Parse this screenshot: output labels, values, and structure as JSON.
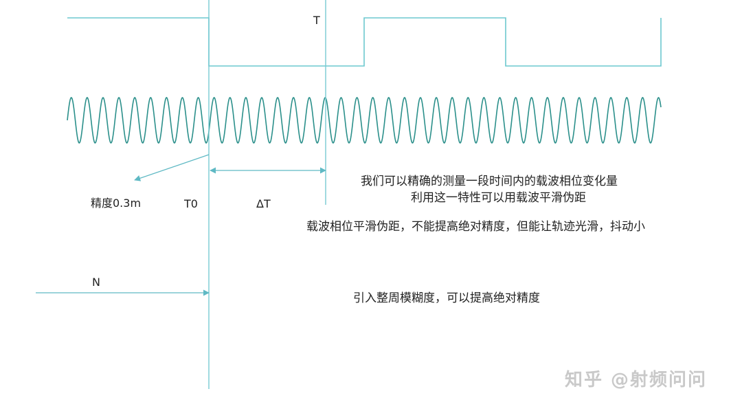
{
  "labels": {
    "t": "T",
    "precision": "精度0.3m",
    "t0": "T0",
    "delta_t": "ΔT",
    "n": "N"
  },
  "notes": {
    "line1": "我们可以精确的测量一段时间内的载波相位变化量",
    "line2": "利用这一特性可以用载波平滑伪距",
    "line3": "载波相位平滑伪距，不能提高绝对精度，但能让轨迹光滑，抖动小",
    "line4": "引入整周模糊度，可以提高绝对精度"
  },
  "watermark": "知乎 @射频问问",
  "colors": {
    "square_wave": "#6cc8cf",
    "carrier_wave": "#2a8f8a",
    "guide_lines": "#78cbd3",
    "arrows": "#5fb9c4",
    "text": "#222222",
    "watermark": "#c9c9c9"
  }
}
